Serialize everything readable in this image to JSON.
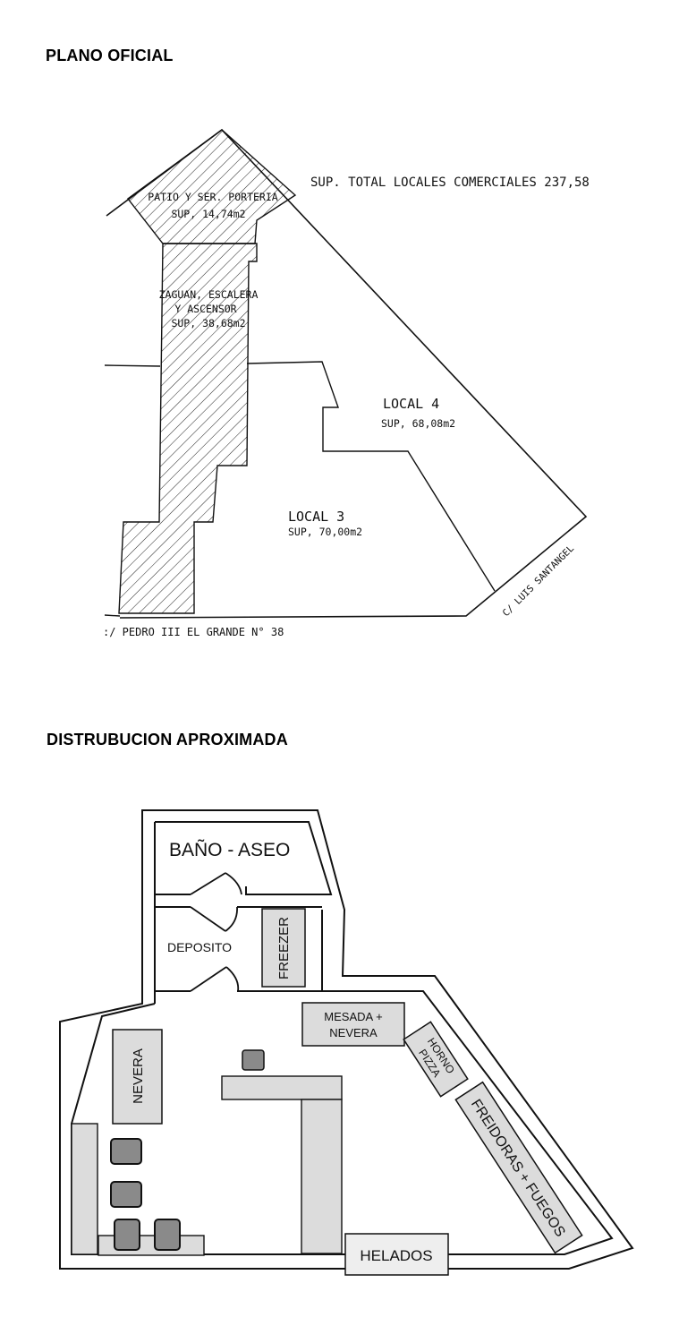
{
  "headings": {
    "official": "PLANO OFICIAL",
    "approx": "DISTRUBUCION APROXIMADA"
  },
  "official_plan": {
    "total_surface": "SUP. TOTAL LOCALES COMERCIALES 237,58",
    "patio": {
      "name": "PATIO Y SER. PORTERIA",
      "surface": "SUP, 14,74m2"
    },
    "zaguan": {
      "line1": "ZAGUAN, ESCALERA",
      "line2": "Y ASCENSOR",
      "surface": "SUP, 38,68m2"
    },
    "local4": {
      "name": "LOCAL 4",
      "surface": "SUP, 68,08m2"
    },
    "local3": {
      "name": "LOCAL 3",
      "surface": "SUP, 70,00m2"
    },
    "street_bottom": ":/ PEDRO III EL GRANDE N° 38",
    "street_right": "C/ LUIS SANTANGEL"
  },
  "layout_plan": {
    "bano": "BAÑO - ASEO",
    "deposito": "DEPOSITO",
    "freezer": "FREEZER",
    "mesada_line1": "MESADA +",
    "mesada_line2": "NEVERA",
    "horno_line1": "HORNO",
    "horno_line2": "PIZZA",
    "freidoras": "FREIDORAS + FUEGOS",
    "nevera": "NEVERA",
    "helados": "HELADOS"
  },
  "colors": {
    "fixture_fill": "#dcdcdc",
    "stool_fill": "#8a8a8a",
    "line": "#111111"
  }
}
